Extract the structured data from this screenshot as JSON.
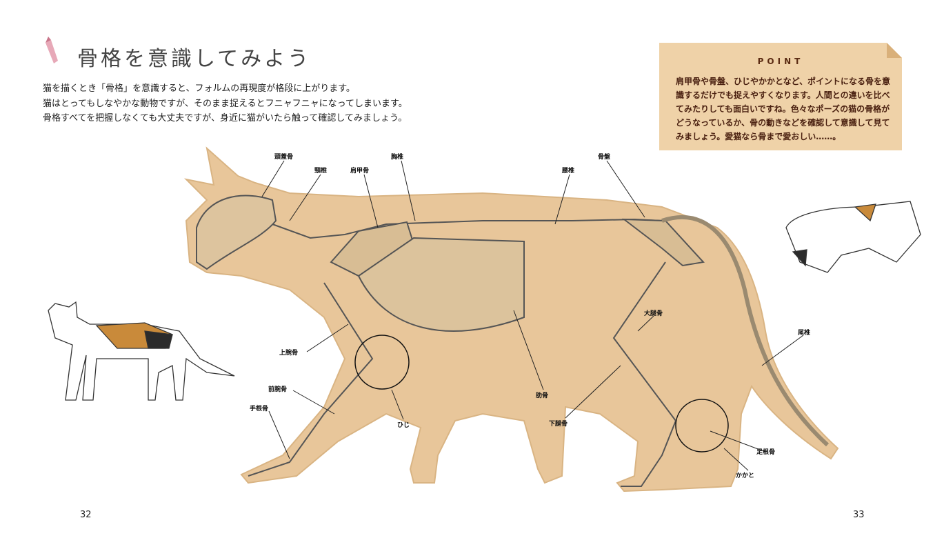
{
  "title": "骨格を意識してみよう",
  "intro": [
    "猫を描くとき「骨格」を意識すると、フォルムの再現度が格段に上がります。",
    "猫はとってもしなやかな動物ですが、そのまま捉えるとフニャフニャになってしまいます。",
    "骨格すべてを把握しなくても大丈夫ですが、身近に猫がいたら触って確認してみましょう。"
  ],
  "point": {
    "title": "POINT",
    "body": "肩甲骨や骨盤、ひじやかかとなど、ポイントになる骨を意識するだけでも捉えやすくなります。人間との違いを比べてみたりしても面白いですね。色々なポーズの猫の骨格がどうなっているか、骨の動きなどを確認して意識して見てみましょう。愛猫なら骨まで愛おしい……。"
  },
  "labels": {
    "skull": "頭蓋骨",
    "cervical": "頸椎",
    "scapula": "肩甲骨",
    "thoracic": "胸椎",
    "lumbar": "腰椎",
    "pelvis": "骨盤",
    "femur": "大腿骨",
    "caudal": "尾椎",
    "humerus": "上腕骨",
    "forearm": "前腕骨",
    "carpal": "手根骨",
    "elbow": "ひじ",
    "ribs": "肋骨",
    "tibia": "下腿骨",
    "tarsal": "足根骨",
    "heel": "かかと"
  },
  "page_numbers": {
    "left": "32",
    "right": "33"
  },
  "colors": {
    "cat_body": "#e8c69a",
    "point_bg": "#efd2a8",
    "point_text": "#4a2010",
    "pencil": "#e7a9b8"
  }
}
